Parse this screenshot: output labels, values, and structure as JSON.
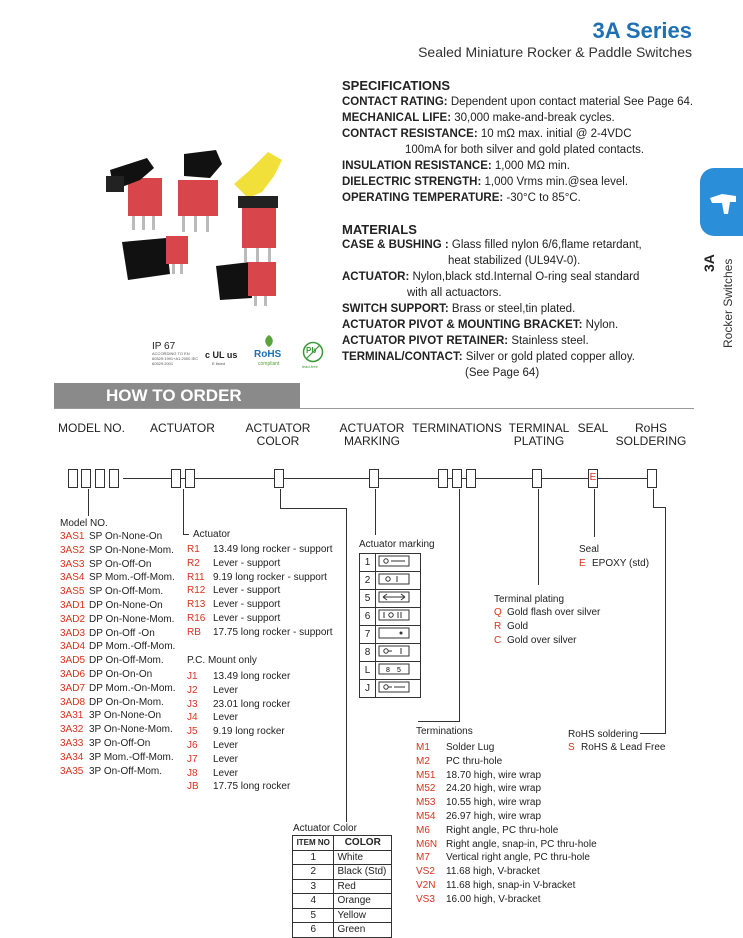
{
  "header": {
    "series": "3A Series",
    "subtitle": "Sealed Miniature Rocker & Paddle Switches"
  },
  "side_tab": {
    "code": "3A",
    "label": "Rocker Switches",
    "color": "#2a8fd8"
  },
  "specifications": {
    "heading": "SPECIFICATIONS",
    "lines": [
      {
        "label": "CONTACT RATING:",
        "text": " Dependent upon contact material See Page 64."
      },
      {
        "label": "MECHANICAL LIFE:",
        "text": " 30,000 make-and-break cycles."
      },
      {
        "label": "CONTACT RESISTANCE:",
        "text": " 10 mΩ max. initial @ 2-4VDC"
      },
      {
        "label": "",
        "text": "100mA for both silver and gold plated contacts."
      },
      {
        "label": "INSULATION RESISTANCE:",
        "text": " 1,000 MΩ min."
      },
      {
        "label": "DIELECTRIC STRENGTH:",
        "text": " 1,000 Vrms min.@sea level."
      },
      {
        "label": "OPERATING TEMPERATURE:",
        "text": " -30°C to 85°C."
      }
    ]
  },
  "materials": {
    "heading": "MATERIALS",
    "lines": [
      {
        "label": "CASE & BUSHING :",
        "text": " Glass filled nylon 6/6,flame retardant,"
      },
      {
        "label": "",
        "text": "heat stabilized (UL94V-0)."
      },
      {
        "label": "ACTUATOR:",
        "text": " Nylon,black std.Internal O-ring seal standard"
      },
      {
        "label": "",
        "text": "with all actuactors."
      },
      {
        "label": "SWITCH SUPPORT:",
        "text": " Brass or steel,tin plated."
      },
      {
        "label": "ACTUATOR PIVOT & MOUNTING BRACKET:",
        "text": " Nylon."
      },
      {
        "label": "ACTUATOR PIVOT RETAINER:",
        "text": " Stainless steel."
      },
      {
        "label": "TERMINAL/CONTACT:",
        "text": " Silver or gold plated copper alloy."
      },
      {
        "label": "",
        "text": "(See Page 64)"
      }
    ]
  },
  "certs": {
    "ip": "IP 67",
    "ip_small": "ACCORDING TO EN 60529:1991+A1:2000 IEC 60529:2001",
    "ul": "c UL us",
    "ul_small": "E  listed",
    "rohs": "RoHS",
    "rohs_small": "compliant",
    "pb": "Pb",
    "pb_small": "lead-free"
  },
  "how_to_order": {
    "title": "HOW TO ORDER",
    "columns": [
      "MODEL NO.",
      "ACTUATOR",
      "ACTUATOR\nCOLOR",
      "ACTUATOR\nMARKING",
      "TERMINATIONS",
      "TERMINAL\nPLATING",
      "SEAL",
      "RoHS\nSOLDERING"
    ],
    "seal_box": "E"
  },
  "model": {
    "heading": "Model NO.",
    "items": [
      [
        "3AS1",
        "SP On-None-On"
      ],
      [
        "3AS2",
        "SP On-None-Mom."
      ],
      [
        "3AS3",
        "SP On-Off-On"
      ],
      [
        "3AS4",
        "SP Mom.-Off-Mom."
      ],
      [
        "3AS5",
        "SP On-Off-Mom."
      ],
      [
        "3AD1",
        "DP On-None-On"
      ],
      [
        "3AD2",
        "DP On-None-Mom."
      ],
      [
        "3AD3",
        "DP On-Off -On"
      ],
      [
        "3AD4",
        "DP Mom.-Off-Mom."
      ],
      [
        "3AD5",
        "DP On-Off-Mom."
      ],
      [
        "3AD6",
        "DP On-On-On"
      ],
      [
        "3AD7",
        "DP Mom.-On-Mom."
      ],
      [
        "3AD8",
        "DP On-On-Mom."
      ],
      [
        "3A31",
        "3P On-None-On"
      ],
      [
        "3A32",
        "3P On-None-Mom."
      ],
      [
        "3A33",
        "3P On-Off-On"
      ],
      [
        "3A34",
        "3P Mom.-Off-Mom."
      ],
      [
        "3A35",
        "3P On-Off-Mom."
      ]
    ]
  },
  "actuator": {
    "heading": "Actuator",
    "items": [
      [
        "R1",
        "13.49 long rocker - support"
      ],
      [
        "R2",
        "Lever - support"
      ],
      [
        "R11",
        "9.19 long rocker - support"
      ],
      [
        "R12",
        "Lever - support"
      ],
      [
        "R13",
        "Lever - support"
      ],
      [
        "R16",
        "Lever - support"
      ],
      [
        "RB",
        "17.75 long rocker - support"
      ]
    ],
    "pc_heading": "P.C. Mount only",
    "pc_items": [
      [
        "J1",
        "13.49 long rocker"
      ],
      [
        "J2",
        "Lever"
      ],
      [
        "J3",
        "23.01 long rocker"
      ],
      [
        "J4",
        "Lever"
      ],
      [
        "J5",
        "9.19 long rocker"
      ],
      [
        "J6",
        "Lever"
      ],
      [
        "J7",
        "Lever"
      ],
      [
        "J8",
        "Lever"
      ],
      [
        "JB",
        "17.75 long rocker"
      ]
    ]
  },
  "marking": {
    "heading": "Actuator marking",
    "codes": [
      "1",
      "2",
      "5",
      "6",
      "7",
      "8",
      "L",
      "J"
    ]
  },
  "color": {
    "heading": "Actuator Color",
    "col1": "ITEM NO",
    "col2": "COLOR",
    "rows": [
      [
        "1",
        "White"
      ],
      [
        "2",
        "Black (Std)"
      ],
      [
        "3",
        "Red"
      ],
      [
        "4",
        "Orange"
      ],
      [
        "5",
        "Yellow"
      ],
      [
        "6",
        "Green"
      ]
    ]
  },
  "terminations": {
    "heading": "Terminations",
    "items": [
      [
        "M1",
        "Solder Lug"
      ],
      [
        "M2",
        "PC thru-hole"
      ],
      [
        "M51",
        "18.70 high, wire wrap"
      ],
      [
        "M52",
        "24.20 high, wire wrap"
      ],
      [
        "M53",
        "10.55 high, wire wrap"
      ],
      [
        "M54",
        "26.97 high, wire wrap"
      ],
      [
        "M6",
        "Right angle, PC thru-hole"
      ],
      [
        "M6N",
        "Right angle, snap-in, PC thru-hole"
      ],
      [
        "M7",
        "Vertical right angle, PC thru-hole"
      ],
      [
        "VS2",
        "11.68 high, V-bracket"
      ],
      [
        "V2N",
        "11.68 high, snap-in V-bracket"
      ],
      [
        "VS3",
        "16.00 high, V-bracket"
      ]
    ]
  },
  "plating": {
    "heading": "Terminal plating",
    "items": [
      [
        "Q",
        "Gold flash over silver"
      ],
      [
        "R",
        "Gold"
      ],
      [
        "C",
        "Gold over silver"
      ]
    ]
  },
  "seal": {
    "heading": "Seal",
    "items": [
      [
        "E",
        "EPOXY (std)"
      ]
    ]
  },
  "rohs": {
    "heading": "RoHS soldering",
    "items": [
      [
        "S",
        "RoHS & Lead Free"
      ]
    ]
  },
  "colors": {
    "accent": "#1f6fb5",
    "code_red": "#d8321f",
    "bar_gray": "#8a8a8a",
    "switch_red": "#d8454a",
    "switch_yellow": "#f2e03a"
  }
}
